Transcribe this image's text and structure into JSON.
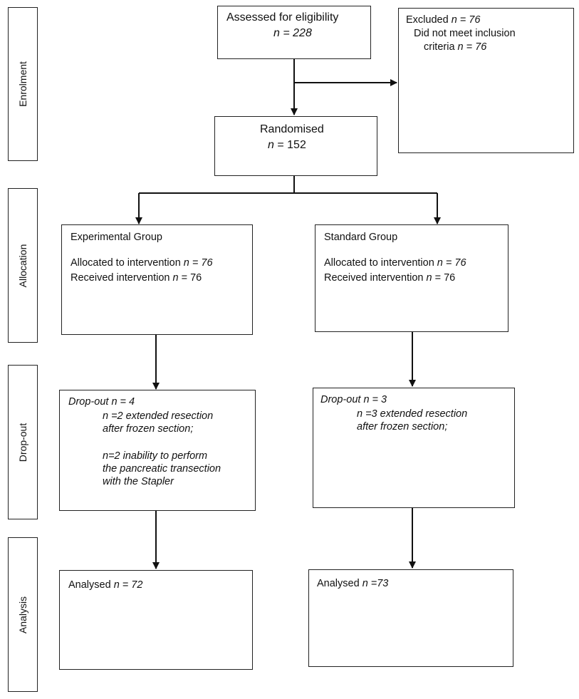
{
  "stages": {
    "enrolment": "Enrolment",
    "allocation": "Allocation",
    "dropout": "Drop-out",
    "analysis": "Analysis"
  },
  "assessed": {
    "label": "Assessed  for eligibility",
    "n_prefix": "n",
    "n_value": " = 228"
  },
  "excluded": {
    "label": "Excluded ",
    "n_prefix": "n",
    "n_value": " = 76",
    "reason_line1": "Did not meet inclusion",
    "reason_line2": "criteria ",
    "reason_n_prefix": "n",
    "reason_n_value": " = 76"
  },
  "randomised": {
    "label": "Randomised",
    "n_prefix": "n",
    "n_value": " = 152"
  },
  "experimental": {
    "title": "Experimental Group",
    "allocated_label": "Allocated to intervention ",
    "allocated_n_prefix": "n",
    "allocated_n_value": " = 76",
    "received_label": "Received intervention ",
    "received_n_prefix": "n",
    "received_n_value": " = 76"
  },
  "standard": {
    "title": "Standard Group",
    "allocated_label": "Allocated to intervention ",
    "allocated_n_prefix": "n",
    "allocated_n_value": " = 76",
    "received_label": "Received intervention ",
    "received_n_prefix": "n",
    "received_n_value": " = 76"
  },
  "exp_dropout": {
    "header": "Drop-out  n = 4",
    "line1": "n =2 extended resection",
    "line2": "after frozen section;",
    "line3": "n=2 inability to perform",
    "line4": "the pancreatic transection",
    "line5": "with the Stapler"
  },
  "std_dropout": {
    "header": "Drop-out  n = 3",
    "line1": "n =3 extended resection",
    "line2": "after frozen section;"
  },
  "exp_analysed": {
    "label": "Analysed ",
    "n_value": "n = 72"
  },
  "std_analysed": {
    "label": "Analysed ",
    "n_value": "n =73"
  }
}
